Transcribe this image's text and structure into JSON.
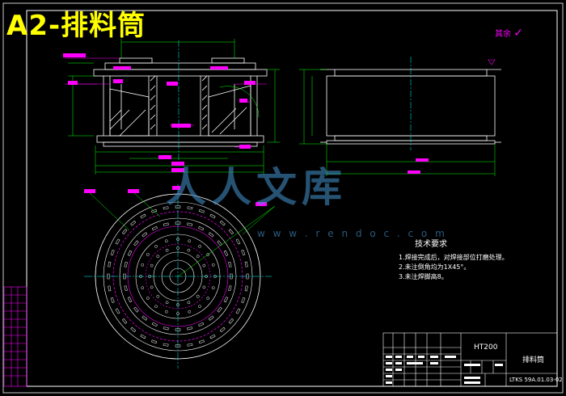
{
  "drawing": {
    "title": "A2-排料筒",
    "roughness_label": "其余",
    "watermark": "人人文库",
    "watermark_url": "w w w . r e n d o c . c o m",
    "tech_notes": {
      "title": "技术要求",
      "items": [
        "1.焊接完成后，对焊接部位打磨处理。",
        "2.未注倒角均为1X45°。",
        "3.未注焊脚高8。"
      ]
    },
    "title_block": {
      "material": "HT200",
      "part_name": "排料筒",
      "drawing_no": "LTKS 59A.01.03-02"
    }
  },
  "colors": {
    "background": "#000000",
    "frame": "#ffffff",
    "geometry": "#ffffff",
    "dimension": "#00ff00",
    "annotation": "#ff00ff",
    "centerline": "#00ffff",
    "title": "#ffff00",
    "watermark": "#4696d2"
  }
}
